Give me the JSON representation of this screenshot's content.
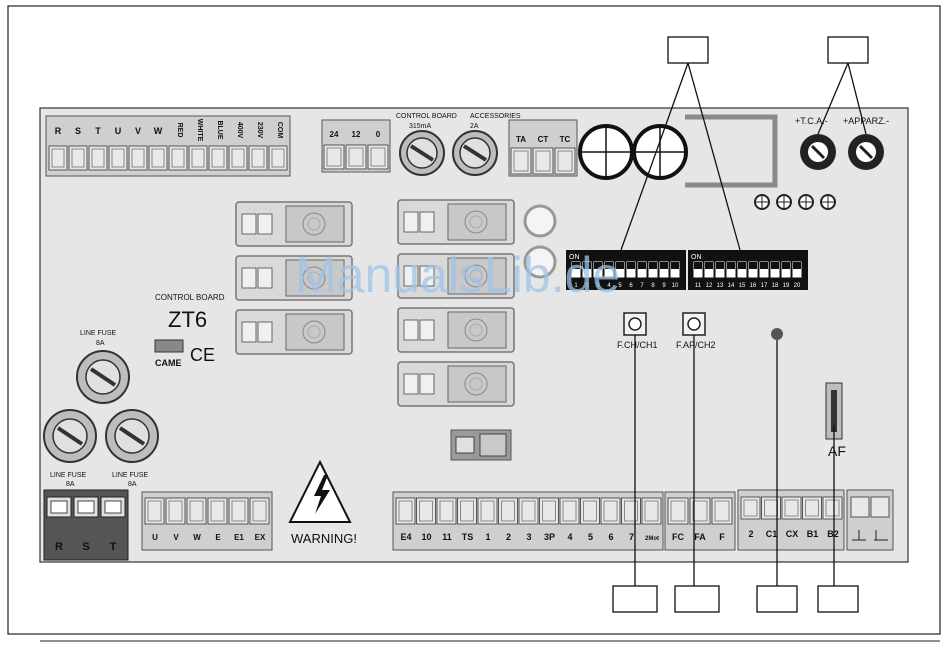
{
  "board": {
    "top_terminal_labels": [
      "R",
      "S",
      "T",
      "U",
      "V",
      "W",
      "RED",
      "WHITE",
      "BLUE",
      "400V",
      "230V",
      "COM"
    ],
    "control_board_label": "CONTROL BOARD",
    "low_voltage_labels": [
      "24",
      "12",
      "0"
    ],
    "fuse_315": "315mA",
    "accessories_label": "ACCESSORIES",
    "fuse_2a": "2A",
    "ta_labels": [
      "TA",
      "CT",
      "TC"
    ],
    "trimmer_tca": "+T.C.A.-",
    "trimmer_apparz": "+APPARZ.-",
    "dip_on": "ON",
    "dip1_numbers": [
      "1",
      "2",
      "3",
      "4",
      "5",
      "6",
      "7",
      "8",
      "9",
      "10"
    ],
    "dip2_numbers": [
      "11",
      "12",
      "13",
      "14",
      "15",
      "16",
      "17",
      "18",
      "19",
      "20"
    ],
    "button_fch": "F.CH/CH1",
    "button_fap": "F.AP/CH2",
    "model_caption": "CONTROL BOARD",
    "model": "ZT6",
    "brand": "CAME",
    "ce_mark": "CE",
    "line_fuse_label": "LINE FUSE",
    "line_fuse_rating": "8A",
    "af_label": "AF",
    "warning": "WARNING!",
    "rst_labels": [
      "R",
      "S",
      "T"
    ],
    "motor_labels": [
      "U",
      "V",
      "W",
      "E",
      "E1",
      "EX"
    ],
    "control_labels": [
      "E4",
      "10",
      "11",
      "TS",
      "1",
      "2",
      "3",
      "3P",
      "4",
      "5",
      "6",
      "7",
      "2Mot"
    ],
    "fc_labels": [
      "FC",
      "FA",
      "F"
    ],
    "enc_labels": [
      "2",
      "C1",
      "CX",
      "B1",
      "B2"
    ]
  },
  "watermark": "ManualsLib.de"
}
